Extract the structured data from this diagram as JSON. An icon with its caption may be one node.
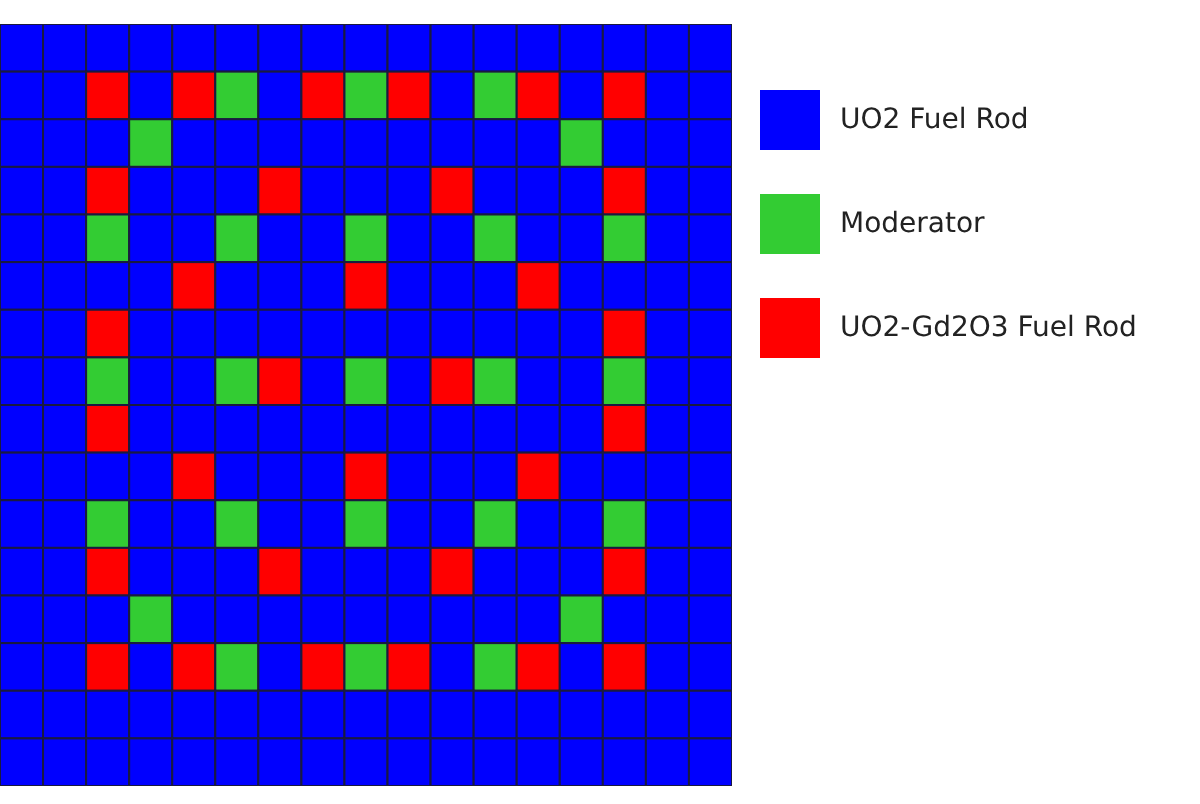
{
  "diagram": {
    "legend": [
      {
        "text": "UO2 Fuel Rod",
        "color": "#0000ff"
      },
      {
        "text": "Moderator",
        "color": "#33cc33"
      },
      {
        "text": "UO2-Gd2O3 Fuel Rod",
        "color": "#ff0000"
      }
    ]
  }
}
